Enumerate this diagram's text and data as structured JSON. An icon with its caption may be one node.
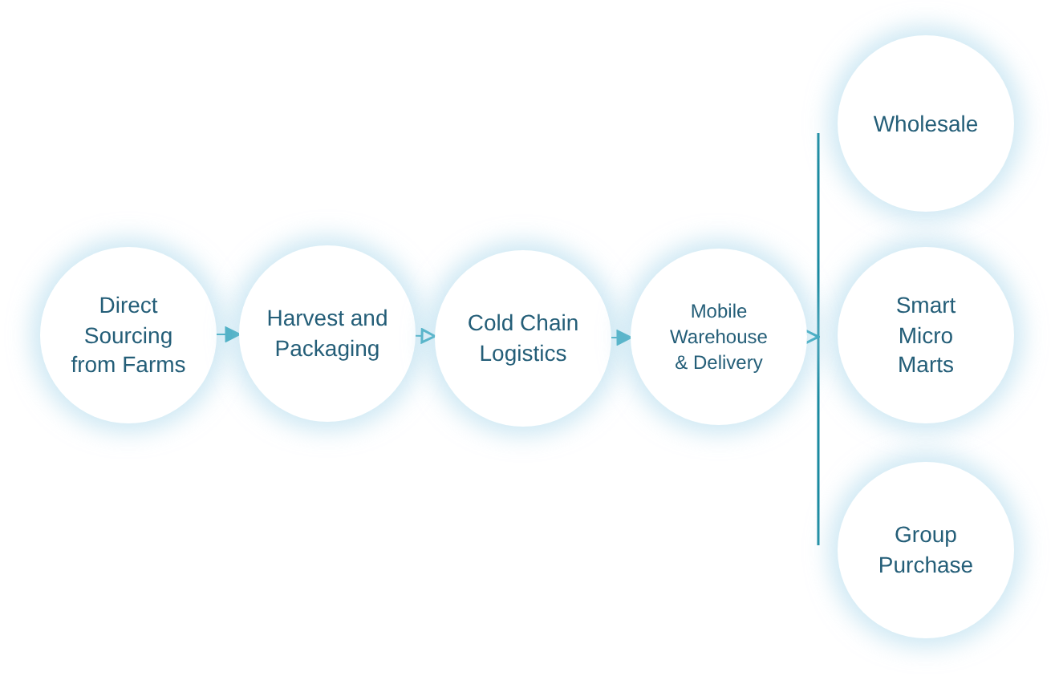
{
  "diagram": {
    "nodes": [
      {
        "text": [
          "Direct Sourcing from Farms"
        ]
      },
      {
        "text": [
          "Harvest and Packaging"
        ]
      },
      {
        "text": [
          "Cold Chain Logistics"
        ]
      },
      {
        "text": [
          "Mobile Warehouse & Delivery"
        ]
      },
      {
        "text": [],
        "shape": "bar"
      },
      {
        "text": [
          "Wholesale"
        ]
      },
      {
        "text": [
          "Smart Micro Marts"
        ]
      },
      {
        "text": [
          "Group Purchase"
        ]
      }
    ],
    "edges": [
      {
        "from": 0,
        "to": 1,
        "arrow": "to"
      },
      {
        "from": 1,
        "to": 2,
        "arrow": "to"
      },
      {
        "from": 2,
        "to": 3,
        "arrow": "to"
      },
      {
        "from": 3,
        "to": 4,
        "arrow": "to"
      }
    ]
  }
}
